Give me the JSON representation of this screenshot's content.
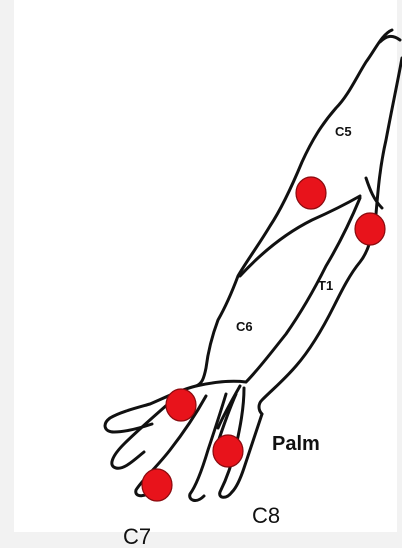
{
  "labels": {
    "c5": "C5",
    "t1": "T1",
    "c6": "C6",
    "palm": "Palm",
    "c8": "C8",
    "c7": "C7"
  },
  "colors": {
    "outline": "#111111",
    "marker_fill": "#e8131b",
    "marker_stroke": "#8a0a0e",
    "background": "#f2f2f2",
    "panel": "#ffffff"
  },
  "markers": [
    {
      "name": "marker-upper-arm"
    },
    {
      "name": "marker-upper-arm-medial"
    },
    {
      "name": "marker-thumb"
    },
    {
      "name": "marker-ring-finger"
    },
    {
      "name": "marker-middle-finger"
    }
  ]
}
